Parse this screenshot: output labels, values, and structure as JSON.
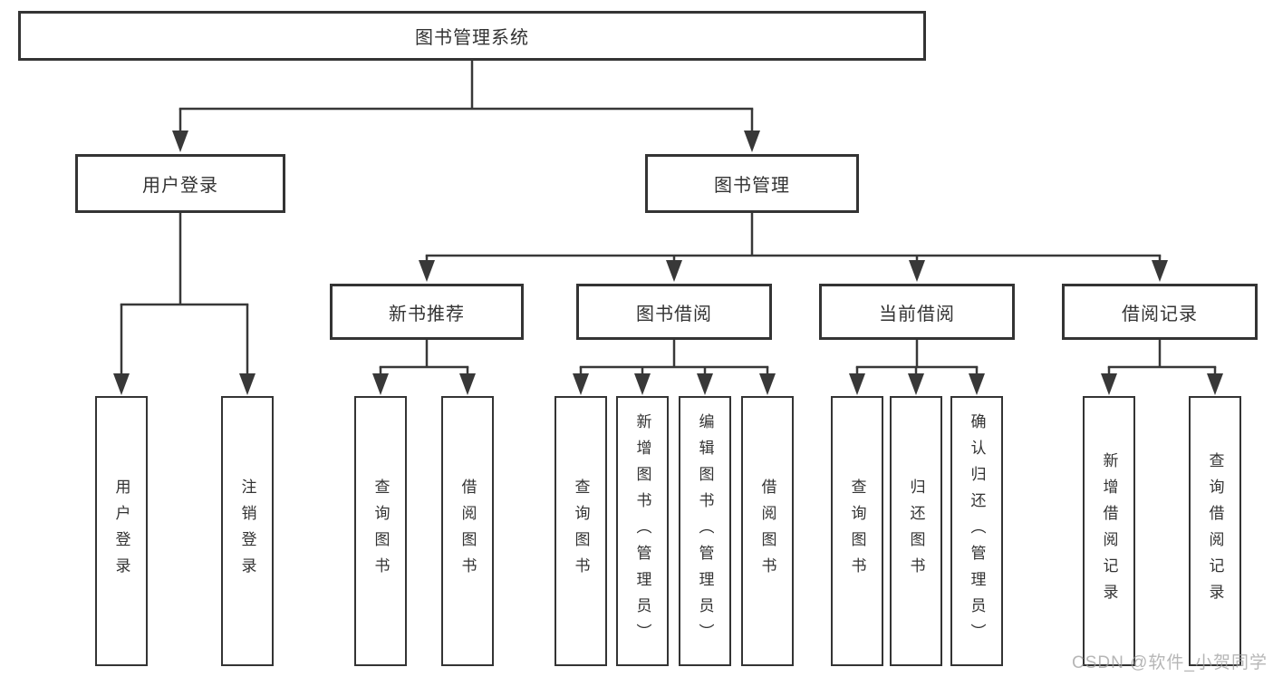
{
  "diagram": {
    "type": "tree",
    "title": "图书管理系统",
    "colors": {
      "line": "#383838",
      "box_border": "#343434",
      "box_fill": "#ffffff",
      "text": "#333333",
      "watermark": "#9e9e9e"
    },
    "nodes": {
      "root": {
        "label": "图书管理系统"
      },
      "level2": [
        {
          "label": "用户登录"
        },
        {
          "label": "图书管理"
        }
      ],
      "level3": [
        {
          "label": "新书推荐",
          "parent": "图书管理"
        },
        {
          "label": "图书借阅",
          "parent": "图书管理"
        },
        {
          "label": "当前借阅",
          "parent": "图书管理"
        },
        {
          "label": "借阅记录",
          "parent": "图书管理"
        }
      ],
      "leaves": [
        {
          "label": "用户登录",
          "parent": "用户登录"
        },
        {
          "label": "注销登录",
          "parent": "用户登录"
        },
        {
          "label": "查询图书",
          "parent": "新书推荐"
        },
        {
          "label": "借阅图书",
          "parent": "新书推荐"
        },
        {
          "label": "查询图书",
          "parent": "图书借阅"
        },
        {
          "label": "新增图书（管理员）",
          "parent": "图书借阅"
        },
        {
          "label": "编辑图书（管理员）",
          "parent": "图书借阅"
        },
        {
          "label": "借阅图书",
          "parent": "图书借阅"
        },
        {
          "label": "查询图书",
          "parent": "当前借阅"
        },
        {
          "label": "归还图书",
          "parent": "当前借阅"
        },
        {
          "label": "确认归还（管理员）",
          "parent": "当前借阅"
        },
        {
          "label": "新增借阅记录",
          "parent": "借阅记录"
        },
        {
          "label": "查询借阅记录",
          "parent": "借阅记录"
        }
      ]
    },
    "watermark": "CSDN @软件_小贺同学"
  }
}
